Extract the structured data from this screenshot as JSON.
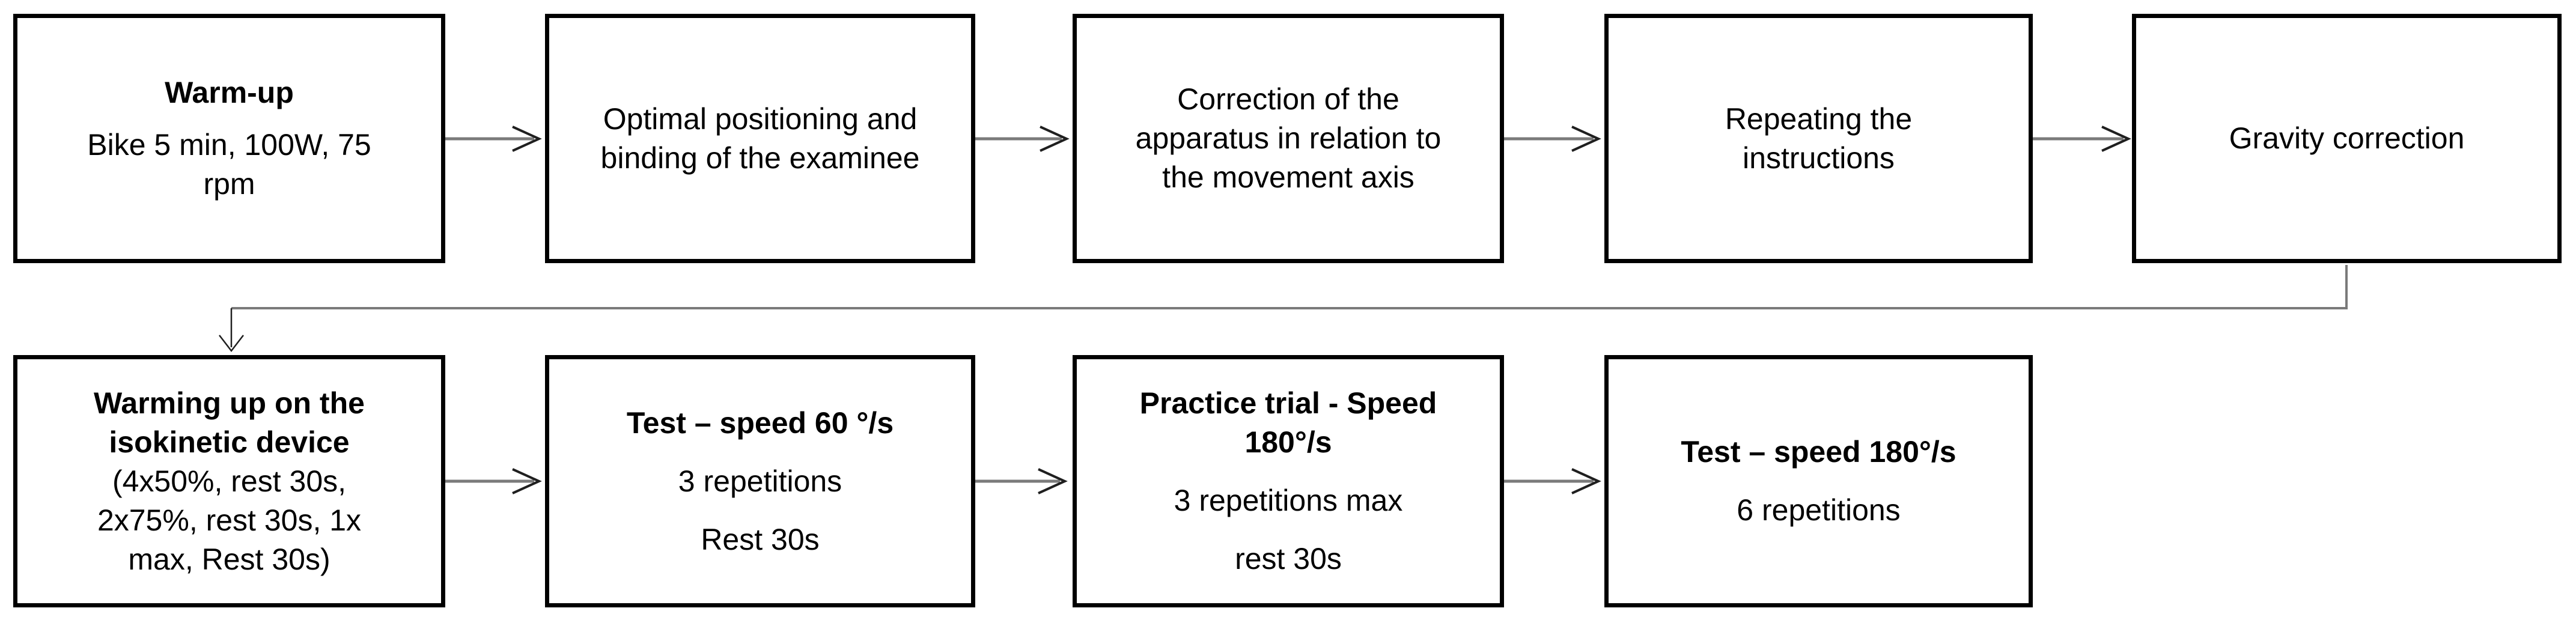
{
  "page": {
    "background": "#ffffff"
  },
  "colors": {
    "box_border": "#000000",
    "box_fill": "#ffffff",
    "text": "#000000",
    "connector_shaft": "#7a7a7a",
    "connector_head": "#1f1f1f"
  },
  "boxes": {
    "warm_up": {
      "title_lines": [
        "Warm-up"
      ],
      "body_lines": [
        "Bike 5 min, 100W, 75",
        "rpm"
      ]
    },
    "positioning": {
      "body_lines": [
        "Optimal positioning and",
        "binding of the examinee"
      ]
    },
    "apparatus_correction": {
      "body_lines": [
        "Correction of the",
        "apparatus in relation to",
        "the movement axis"
      ]
    },
    "repeat_instructions": {
      "body_lines": [
        "Repeating the",
        "instructions"
      ]
    },
    "gravity_correction": {
      "body_lines": [
        "Gravity correction"
      ]
    },
    "isokinetic_warmup": {
      "title_lines": [
        "Warming up on the",
        "isokinetic device"
      ],
      "body_lines": [
        "(4x50%, rest 30s,",
        "2x75%, rest 30s, 1x",
        "max, Rest 30s)"
      ]
    },
    "test_60": {
      "title_lines": [
        "Test – speed 60 °/s"
      ],
      "paragraphs": [
        "3 repetitions",
        "Rest 30s"
      ]
    },
    "practice_180": {
      "title_lines": [
        "Practice trial - Speed",
        "180°/s"
      ],
      "paragraphs": [
        "3 repetitions max",
        "rest 30s"
      ]
    },
    "test_180": {
      "title_lines": [
        "Test – speed 180°/s"
      ],
      "paragraphs": [
        "6 repetitions"
      ]
    }
  }
}
